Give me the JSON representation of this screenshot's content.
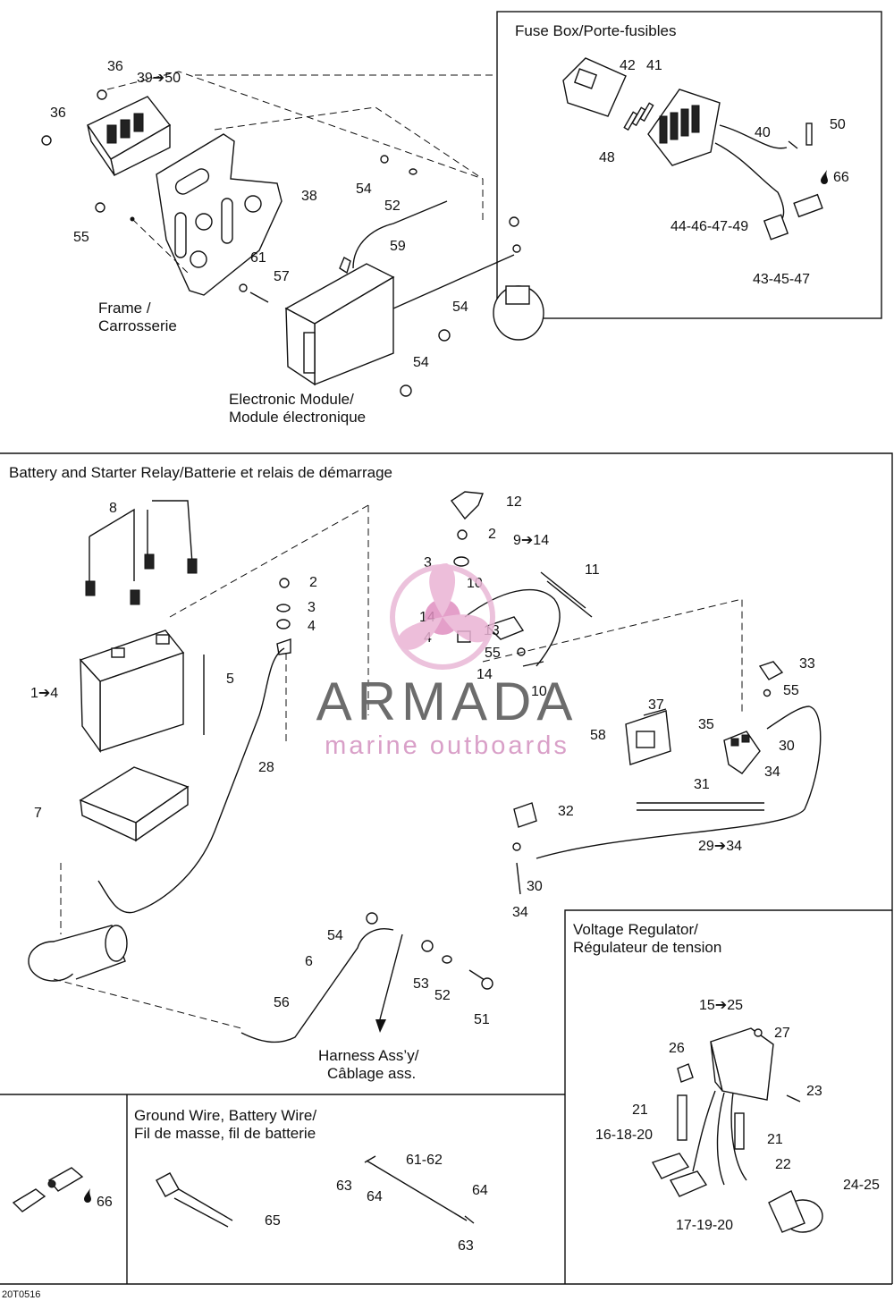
{
  "sections": {
    "fuse_box": {
      "title": "Fuse Box/Porte-fusibles"
    },
    "battery_relay": {
      "title": "Battery and Starter Relay/Batterie et relais de démarrage"
    },
    "voltage_regulator": {
      "title_line1": "Voltage Regulator/",
      "title_line2": "Régulateur de tension"
    },
    "ground_battery_wire": {
      "title_line1": "Ground Wire, Battery Wire/",
      "title_line2": "Fil de masse, fil de batterie"
    }
  },
  "callouts": {
    "frame_line1": "Frame /",
    "frame_line2": "Carrosserie",
    "electronic_module_line1": "Electronic Module/",
    "electronic_module_line2": "Module électronique",
    "harness_line1": "Harness Ass’y/",
    "harness_line2": "Câblage ass."
  },
  "labels": {
    "top": [
      "36",
      "36",
      "39➔50",
      "38",
      "55",
      "61",
      "57",
      "54",
      "52",
      "59",
      "54",
      "54"
    ],
    "fuse": [
      "42",
      "41",
      "48",
      "40",
      "50",
      "66",
      "44-46-47-49",
      "43-45-47"
    ],
    "battery": [
      "8",
      "2",
      "3",
      "4",
      "5",
      "1➔4",
      "7",
      "28",
      "12",
      "2",
      "3",
      "10",
      "9➔14",
      "11",
      "14",
      "4",
      "13",
      "55",
      "14",
      "10",
      "37",
      "58",
      "35",
      "33",
      "55",
      "30",
      "34",
      "31",
      "32",
      "29➔34",
      "30",
      "34",
      "54",
      "6",
      "53",
      "52",
      "51",
      "56"
    ],
    "regulator": [
      "15➔25",
      "26",
      "27",
      "23",
      "21",
      "16-18-20",
      "21",
      "22",
      "24-25",
      "17-19-20"
    ],
    "ground": [
      "66",
      "61-62",
      "63",
      "64",
      "64",
      "63",
      "65"
    ]
  },
  "watermark": {
    "brand": "ARMADA",
    "tagline": "marine outboards"
  },
  "footer": {
    "code": "20T0516"
  }
}
